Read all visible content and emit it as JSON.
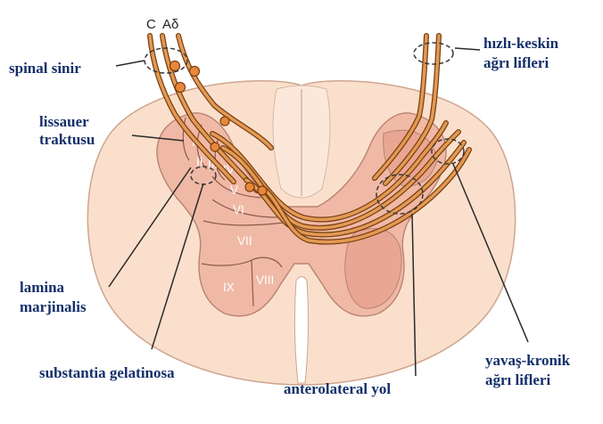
{
  "labels": {
    "fiber_c": "C",
    "fiber_a_delta": "Aδ",
    "spinal_nerve": "spinal sinir",
    "lissauer_line1": "lissauer",
    "lissauer_line2": "traktusu",
    "lamina_marginalis_line1": "lamina",
    "lamina_marginalis_line2": "marjinalis",
    "substantia_gelatinosa": "substantia gelatinosa",
    "fast_pain_line1": "hızlı-keskin",
    "fast_pain_line2": "ağrı lifleri",
    "anterolateral_tract": "anterolateral yol",
    "slow_pain_line1": "yavaş-kronik",
    "slow_pain_line2": "ağrı lifleri"
  },
  "laminae": [
    "I",
    "II",
    "III",
    "IV",
    "V",
    "VI",
    "VII",
    "VIII",
    "IX"
  ],
  "colors": {
    "white_matter": "#fae0cc",
    "gray_matter": "#f0b9a6",
    "gray_matter_dark": "#e8a693",
    "fiber_outline": "#7a3e10",
    "fiber_fill": "#e29a55",
    "neuron": "#e8873a",
    "label_text": "#14306a"
  }
}
